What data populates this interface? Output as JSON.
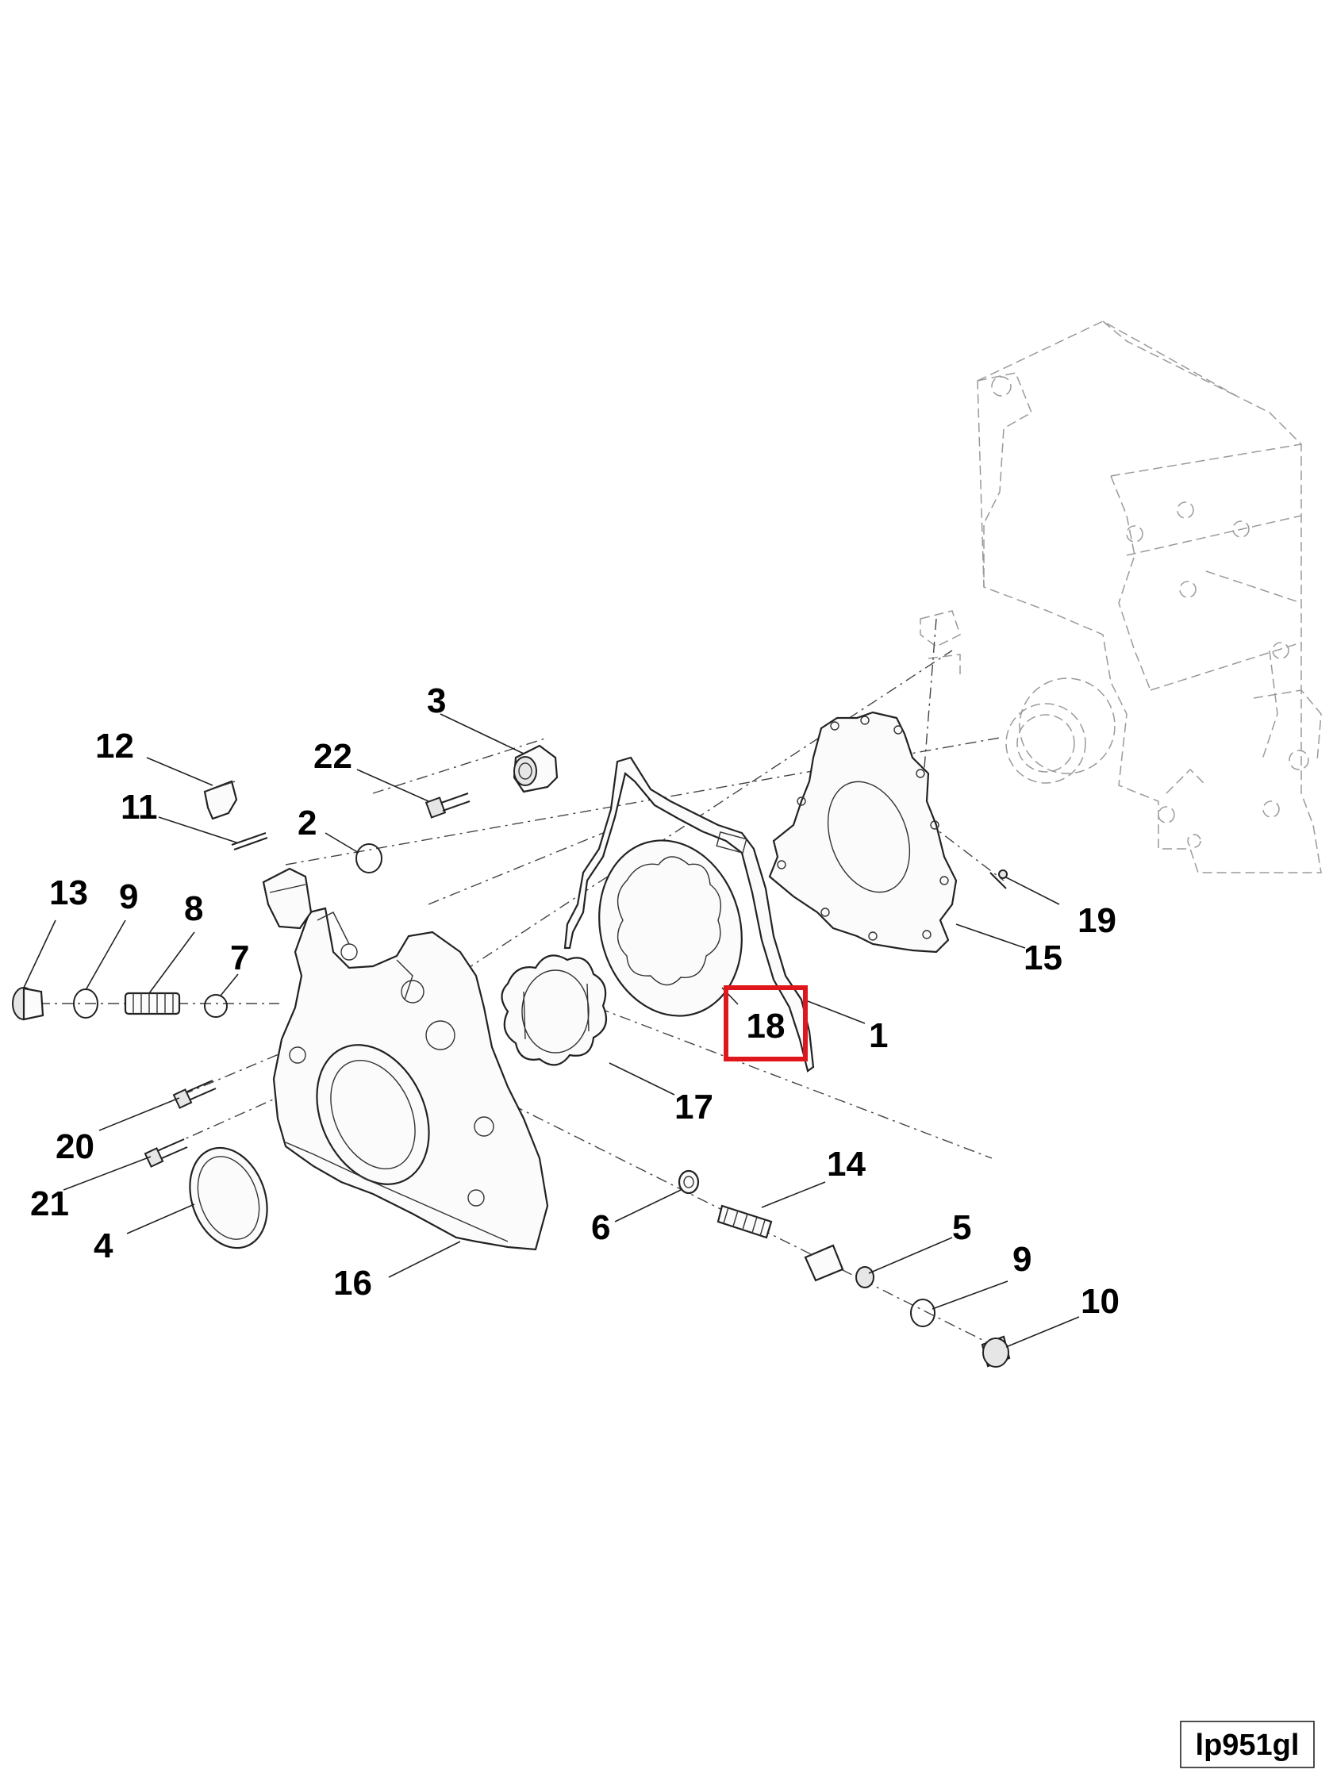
{
  "callouts": [
    {
      "id": "1",
      "label": "1"
    },
    {
      "id": "2",
      "label": "2"
    },
    {
      "id": "3",
      "label": "3"
    },
    {
      "id": "4",
      "label": "4"
    },
    {
      "id": "5",
      "label": "5"
    },
    {
      "id": "6",
      "label": "6"
    },
    {
      "id": "7",
      "label": "7"
    },
    {
      "id": "8",
      "label": "8"
    },
    {
      "id": "9a",
      "label": "9"
    },
    {
      "id": "9b",
      "label": "9"
    },
    {
      "id": "10",
      "label": "10"
    },
    {
      "id": "11",
      "label": "11"
    },
    {
      "id": "12",
      "label": "12"
    },
    {
      "id": "13",
      "label": "13"
    },
    {
      "id": "14",
      "label": "14"
    },
    {
      "id": "15",
      "label": "15"
    },
    {
      "id": "16",
      "label": "16"
    },
    {
      "id": "17",
      "label": "17"
    },
    {
      "id": "18",
      "label": "18"
    },
    {
      "id": "19",
      "label": "19"
    },
    {
      "id": "20",
      "label": "20"
    },
    {
      "id": "21",
      "label": "21"
    },
    {
      "id": "22",
      "label": "22"
    }
  ],
  "highlighted_callout": "18",
  "highlight_color": "#e0161d",
  "drawing_code": "lp951gl"
}
